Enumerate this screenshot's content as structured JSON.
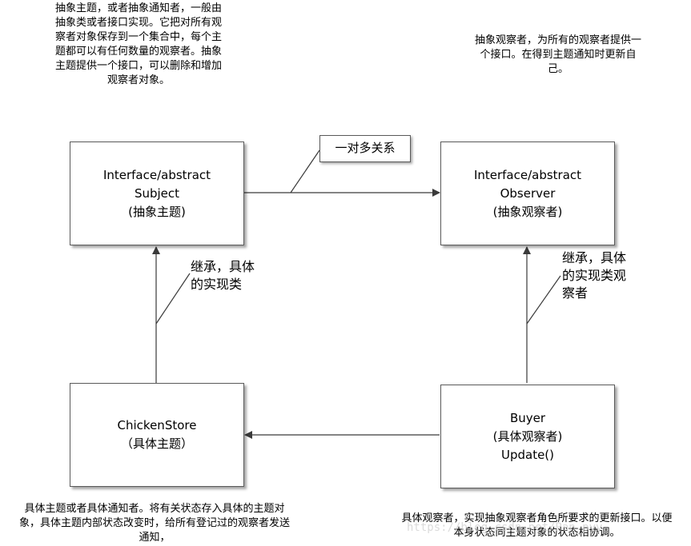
{
  "notes": {
    "subject_note": "抽象主题，或者抽象通知者，一般由\n抽象类或者接口实现。它把对所有观\n察者对象保存到一个集合中，每个主\n题都可以有任何数量的观察者。抽象\n主题提供一个接口，可以删除和增加\n观察者对象。",
    "observer_note": "抽象观察者，为所有的观察者提供一\n个接口。在得到主题通知时更新自\n己。",
    "concrete_subject_note": "具体主题或者具体通知者。将有关状态存入具体的主题对\n象，具体主题内部状态改变时，给所有登记过的观察者发送\n通知，",
    "concrete_observer_note": "具体观察者，实现抽象观察者角色所要求的更新接口。以便\n本身状态同主题对象的状态相协调。"
  },
  "boxes": {
    "subject": {
      "line1": "Interface/abstract",
      "line2": "Subject",
      "line3": "(抽象主题)"
    },
    "observer": {
      "line1": "Interface/abstract",
      "line2": "Observer",
      "line3": "(抽象观察者)"
    },
    "chicken_store": {
      "line1": "ChickenStore",
      "line2": "（具体主题）"
    },
    "buyer": {
      "line1": "Buyer",
      "line2": "(具体观察者)",
      "line3": "Update()"
    }
  },
  "callout": "一对多关系",
  "labels": {
    "inherit_subject": "继承，具体\n的实现类",
    "inherit_observer": "继承，具体\n的实现类观\n察者"
  },
  "watermark": "https://blog.csdn.net/Pan_pyy",
  "colors": {
    "line": "#3a3a3a",
    "box_border": "#5a5a5a"
  }
}
